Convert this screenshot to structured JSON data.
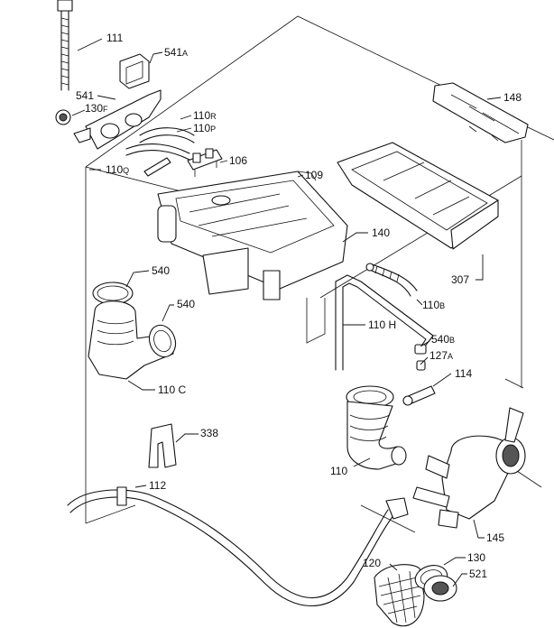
{
  "labels": {
    "l111": "111",
    "l541a": "541",
    "l541a_sfx": "A",
    "l541": "541",
    "l130f": "130",
    "l130f_sfx": "F",
    "l110r": "110",
    "l110r_sfx": "R",
    "l110p": "110",
    "l110p_sfx": "P",
    "l110q": "110",
    "l110q_sfx": "Q",
    "l106": "106",
    "l109": "109",
    "l148": "148",
    "l140": "140",
    "l307": "307",
    "l540_top": "540",
    "l540_side": "540",
    "l110b": "110",
    "l110b_sfx": "B",
    "l110h": "110 H",
    "l540b": "540",
    "l540b_sfx": "B",
    "l127a": "127",
    "l127a_sfx": "A",
    "l114": "114",
    "l110c": "110 C",
    "l338": "338",
    "l110": "110",
    "l112": "112",
    "l145": "145",
    "l120": "120",
    "l130": "130",
    "l521": "521"
  }
}
